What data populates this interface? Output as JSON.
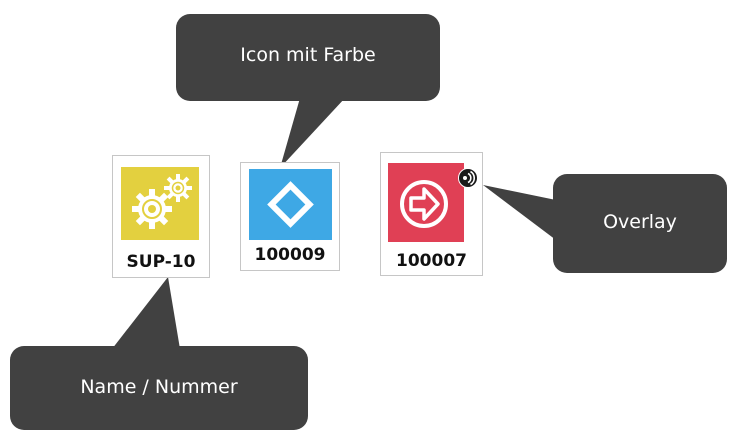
{
  "callouts": {
    "icon_color": "Icon mit Farbe",
    "overlay": "Overlay",
    "name_number": "Name / Nummer"
  },
  "items": [
    {
      "label": "SUP-10",
      "icon": "gears-icon",
      "color": "#e3d03f"
    },
    {
      "label": "100009",
      "icon": "diamond-icon",
      "color": "#3ea8e5"
    },
    {
      "label": "100007",
      "icon": "arrow-right-circle-icon",
      "color": "#e04055",
      "overlay": "sound-waves-icon"
    }
  ],
  "colors": {
    "callout": "#414141",
    "card_border": "#c6c6c6"
  }
}
